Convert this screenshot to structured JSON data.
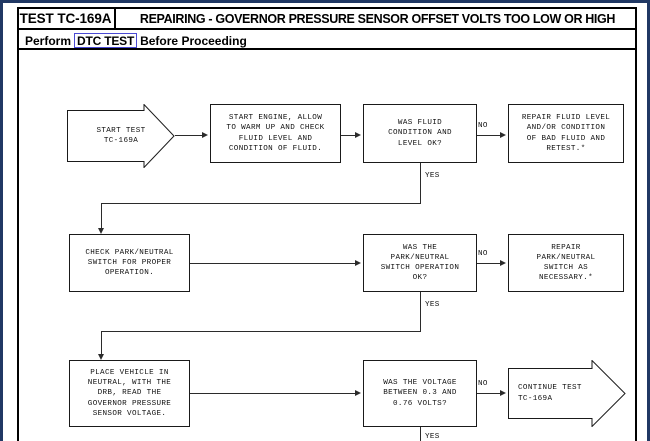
{
  "document": {
    "test_id": "TEST TC-169A",
    "title": "REPAIRING - GOVERNOR PRESSURE SENSOR OFFSET VOLTS TOO LOW OR HIGH",
    "instruction_prefix": "Perform",
    "instruction_link": "DTC TEST",
    "instruction_suffix": "Before Proceeding",
    "link_color": "#4a4ad4",
    "frame_color": "#203864",
    "ink_color": "#111111"
  },
  "flowchart": {
    "type": "flowchart",
    "nodes": [
      {
        "id": "start",
        "shape": "pentagon-arrow",
        "text": "START TEST\nTC-169A",
        "align": "center",
        "row": 1
      },
      {
        "id": "start-engine",
        "shape": "rectangle",
        "text": "START ENGINE, ALLOW\nTO WARM UP AND CHECK\nFLUID LEVEL AND\nCONDITION OF FLUID.",
        "align": "center",
        "row": 1
      },
      {
        "id": "fluid-ok",
        "shape": "rectangle",
        "text": "WAS FLUID\nCONDITION AND\nLEVEL OK?",
        "align": "center",
        "row": 1
      },
      {
        "id": "repair-fluid",
        "shape": "rectangle",
        "text": "REPAIR FLUID LEVEL\nAND/OR CONDITION\nOF BAD FLUID AND\nRETEST.*",
        "align": "center",
        "row": 1
      },
      {
        "id": "check-switch",
        "shape": "rectangle",
        "text": "CHECK PARK/NEUTRAL\nSWITCH FOR PROPER\nOPERATION.",
        "align": "center",
        "row": 2
      },
      {
        "id": "switch-ok",
        "shape": "rectangle",
        "text": "WAS THE\nPARK/NEUTRAL\nSWITCH OPERATION\nOK?",
        "align": "center",
        "row": 2
      },
      {
        "id": "repair-switch",
        "shape": "rectangle",
        "text": "REPAIR\nPARK/NEUTRAL\nSWITCH AS\nNECESSARY.*",
        "align": "center",
        "row": 2
      },
      {
        "id": "read-voltage",
        "shape": "rectangle",
        "text": "PLACE VEHICLE IN\nNEUTRAL, WITH THE\nDRB, READ THE\nGOVERNOR PRESSURE\nSENSOR VOLTAGE.",
        "align": "center",
        "row": 3
      },
      {
        "id": "voltage-ok",
        "shape": "rectangle",
        "text": "WAS THE VOLTAGE\nBETWEEN 0.3 AND\n0.76 VOLTS?",
        "align": "center",
        "row": 3
      },
      {
        "id": "continue-test",
        "shape": "pentagon-arrow",
        "text": "CONTINUE TEST\nTC-169A",
        "align": "left",
        "row": 3
      }
    ],
    "edge_labels": {
      "no_1": "NO",
      "yes_1": "YES",
      "no_2": "NO",
      "yes_2": "YES",
      "no_3": "NO",
      "yes_3": "YES"
    }
  }
}
